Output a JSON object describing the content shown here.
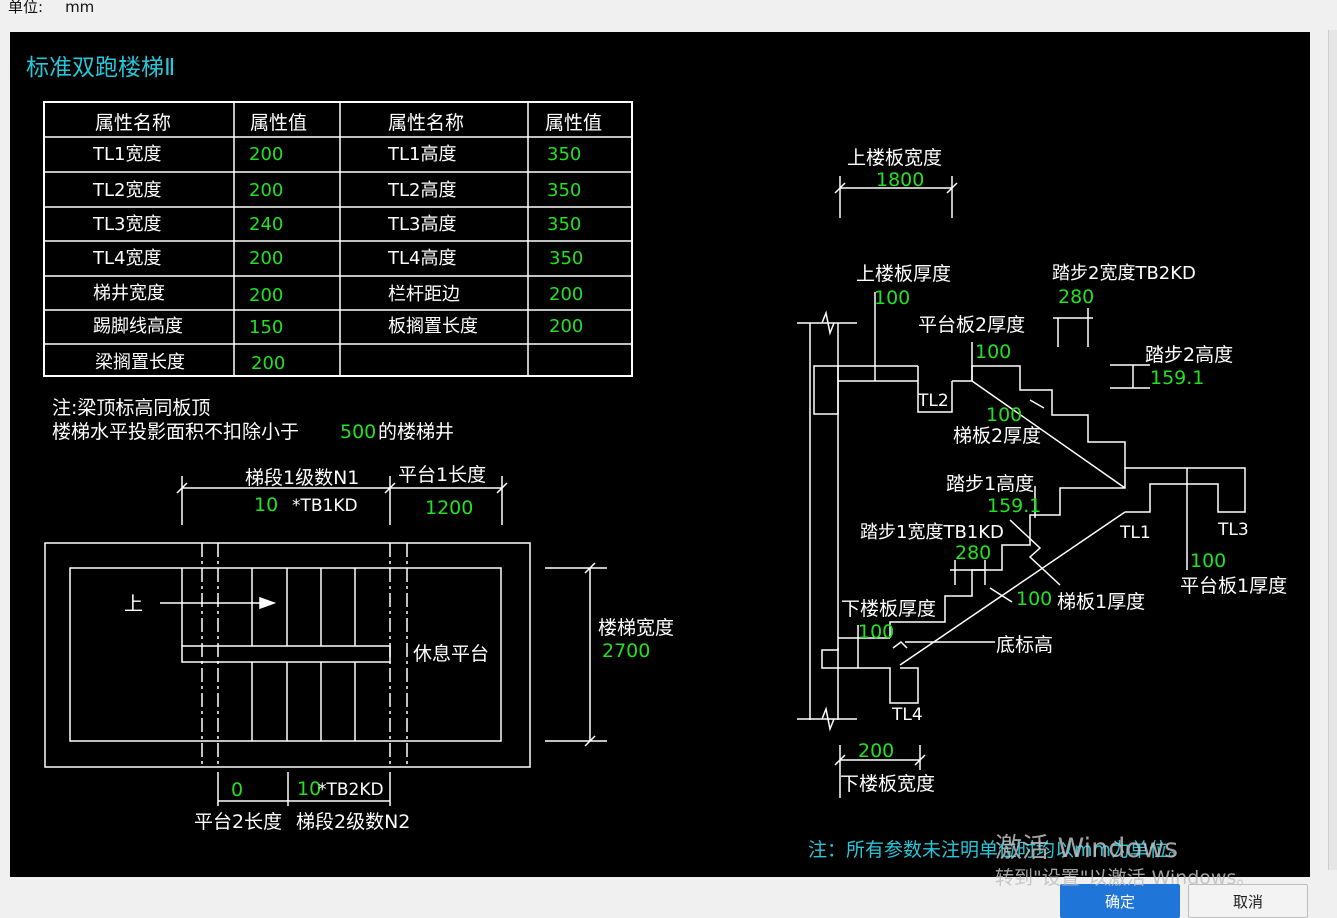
{
  "window": {
    "unit_label": "单位:",
    "unit_value": "mm"
  },
  "canvas": {
    "title": "标准双跑楼梯Ⅱ",
    "table": {
      "headers": [
        "属性名称",
        "属性值",
        "属性名称",
        "属性值"
      ],
      "rows": [
        [
          "TL1宽度",
          "200",
          "TL1高度",
          "350"
        ],
        [
          "TL2宽度",
          "200",
          "TL2高度",
          "350"
        ],
        [
          "TL3宽度",
          "240",
          "TL3高度",
          "350"
        ],
        [
          "TL4宽度",
          "200",
          "TL4高度",
          "350"
        ],
        [
          "梯井宽度",
          "200",
          "栏杆距边",
          "200"
        ],
        [
          "踢脚线高度",
          "150",
          "板搁置长度",
          "200"
        ],
        [
          "梁搁置长度",
          "200",
          "",
          ""
        ]
      ]
    },
    "notes": {
      "line1": "注:梁顶标高同板顶",
      "line2_before": "楼梯水平投影面积不扣除小于",
      "line2_value": "500",
      "line2_after": "的楼梯井",
      "footer": "注：所有参数未注明单位时均以mm为单位。"
    },
    "plan": {
      "flight1_label": "梯段1级数N1",
      "flight1_value": "10",
      "flight1_suffix": "*TB1KD",
      "landing1_label": "平台1长度",
      "landing1_value": "1200",
      "up_label": "上",
      "rest_label": "休息平台",
      "width_label": "楼梯宽度",
      "width_value": "2700",
      "landing2_value": "0",
      "flight2_value": "10",
      "flight2_suffix": "*TB2KD",
      "landing2_label": "平台2长度",
      "flight2_label": "梯段2级数N2"
    },
    "section": {
      "upper_slab_width_label": "上楼板宽度",
      "upper_slab_width_value": "1800",
      "upper_slab_thick_label": "上楼板厚度",
      "upper_slab_thick_value": "100",
      "step2_width_label": "踏步2宽度TB2KD",
      "step2_width_value": "280",
      "landing2_thick_label": "平台板2厚度",
      "landing2_thick_value": "100",
      "step2_height_label": "踏步2高度",
      "step2_height_value": "159.1",
      "tl2": "TL2",
      "flight2_thick_value": "100",
      "flight2_thick_label": "梯板2厚度",
      "step1_height_label": "踏步1高度",
      "step1_height_value": "159.1",
      "step1_width_label": "踏步1宽度TB1KD",
      "step1_width_value": "280",
      "tl1": "TL1",
      "tl3": "TL3",
      "landing1_thick_value": "100",
      "landing1_thick_label": "平台板1厚度",
      "lower_slab_thick_label": "下楼板厚度",
      "lower_slab_thick_value": "100",
      "flight1_thick_value": "100",
      "flight1_thick_label": "梯板1厚度",
      "bottom_elev_label": "底标高",
      "tl4": "TL4",
      "lower_slab_width_value": "200",
      "lower_slab_width_label": "下楼板宽度"
    }
  },
  "buttons": {
    "ok": "确定",
    "cancel": "取消"
  },
  "watermark": {
    "line1": "激活 Windows",
    "line2": "转到\"设置\"以激活 Windows。"
  },
  "colors": {
    "background": "#000000",
    "lines": "#ffffff",
    "values": "#22e022",
    "title": "#27c6d8"
  }
}
